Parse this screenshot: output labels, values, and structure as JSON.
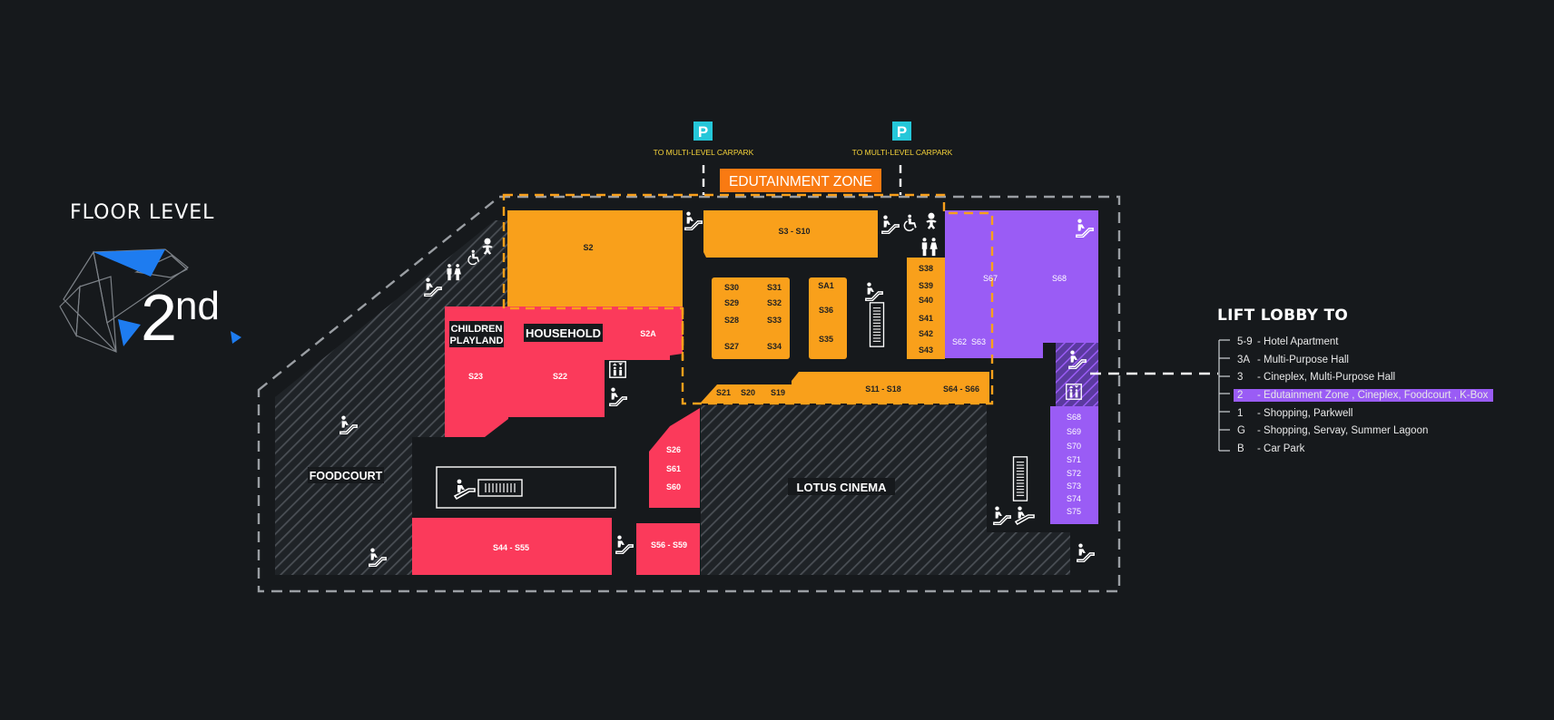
{
  "floor": {
    "title": "FLOOR LEVEL",
    "level_number": "2",
    "level_suffix": "nd"
  },
  "colors": {
    "background": "#16191c",
    "orange": "#f9a01b",
    "red": "#fb3a5b",
    "purple": "#9a5cf5",
    "hatch": "#3a3f44",
    "parking": "#25c7d9",
    "blue_accent": "#1e7cf0",
    "yellow_text": "#f5d33a"
  },
  "parking": [
    {
      "label": "P",
      "caption": "TO MULTI-LEVEL CARPARK"
    },
    {
      "label": "P",
      "caption": "TO MULTI-LEVEL CARPARK"
    }
  ],
  "zones": {
    "edutainment": "EDUTAINMENT ZONE",
    "children": [
      "CHILDREN",
      "PLAYLAND"
    ],
    "household": "HOUSEHOLD",
    "foodcourt": "FOODCOURT",
    "cinema": "LOTUS CINEMA"
  },
  "units": {
    "s2": "S2",
    "s3_s10": "S3 - S10",
    "s2a": "S2A",
    "s23": "S23",
    "s22": "S22",
    "s30": "S30",
    "s31": "S31",
    "s29": "S29",
    "s32": "S32",
    "s28": "S28",
    "s33": "S33",
    "s27": "S27",
    "s34": "S34",
    "sa1": "SA1",
    "s36": "S36",
    "s35": "S35",
    "s38": "S38",
    "s39": "S39",
    "s40": "S40",
    "s41": "S41",
    "s42": "S42",
    "s43": "S43",
    "s67": "S67",
    "s68_top": "S68",
    "s62": "S62",
    "s63": "S63",
    "s21": "S21",
    "s20": "S20",
    "s19": "S19",
    "s11_s18": "S11 - S18",
    "s64_s66": "S64 - S66",
    "s26": "S26",
    "s61": "S61",
    "s60": "S60",
    "s44_s55": "S44 - S55",
    "s56_s59": "S56 - S59",
    "east_list": [
      "S68",
      "S69",
      "S70",
      "S71",
      "S72",
      "S73",
      "S74",
      "S75"
    ]
  },
  "icons": [
    "escalator-icon",
    "lift-icon",
    "restroom-icon",
    "accessible-icon",
    "baby-room-icon",
    "travelator-icon",
    "parking-icon"
  ],
  "lift_lobby": {
    "title": "LIFT LOBBY TO",
    "levels": [
      {
        "level": "5-9",
        "desc": "- Hotel Apartment",
        "current": false
      },
      {
        "level": "3A",
        "desc": "- Multi-Purpose Hall",
        "current": false
      },
      {
        "level": "3",
        "desc": "- Cineplex, Multi-Purpose Hall",
        "current": false
      },
      {
        "level": "2",
        "desc": "- Edutainment Zone , Cineplex, Foodcourt , K-Box",
        "current": true
      },
      {
        "level": "1",
        "desc": "- Shopping, Parkwell",
        "current": false
      },
      {
        "level": "G",
        "desc": "- Shopping, Servay, Summer Lagoon",
        "current": false
      },
      {
        "level": "B",
        "desc": "- Car Park",
        "current": false
      }
    ]
  }
}
